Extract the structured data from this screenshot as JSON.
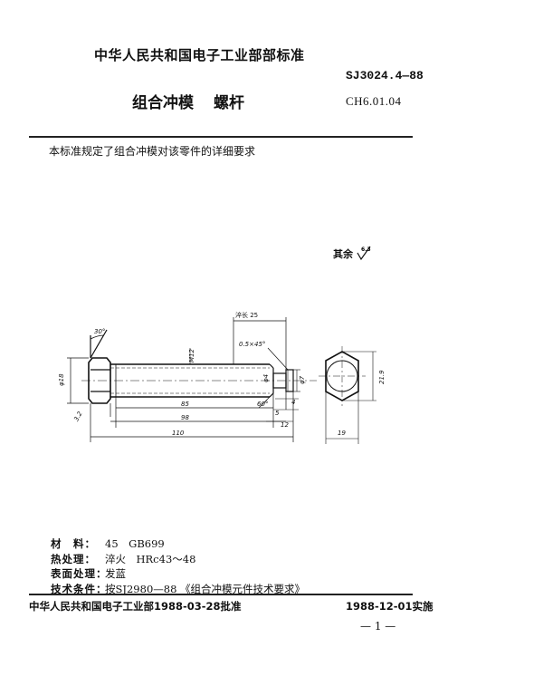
{
  "header": {
    "organization": "中华人民共和国电子工业部部标准",
    "standard_code": "SJ3024.4—88",
    "part_code": "CH6.01.04",
    "title_main": "组合冲模",
    "title_part": "螺杆"
  },
  "intro": "本标准规定了组合冲模对该零件的详细要求",
  "surface_roughness": {
    "label": "其余",
    "value": "6.3"
  },
  "drawing": {
    "head_angle": "30°",
    "head_diameter": "φ18",
    "thread": "M12",
    "thread_length_label": "淬长 25",
    "chamfer": "0.5×45°",
    "neck_diameter": "φ4",
    "tip_diameter": "φ7",
    "cone_angle": "60°",
    "dims": {
      "d85": "85",
      "d98": "98",
      "d110": "110",
      "d4": "4",
      "d5": "5",
      "d12": "12",
      "across_corners": "21.9",
      "across_flats": "19"
    },
    "roughness_side": "3.2"
  },
  "specs": [
    {
      "label": "材　料：",
      "value": "45　GB699"
    },
    {
      "label": "热处理：",
      "value": "淬火　HRc43～48"
    },
    {
      "label": "表面处理：",
      "value": "发蓝"
    },
    {
      "label": "技术条件：",
      "value": "按SJ2980—88 《组合冲模元件技术要求》"
    }
  ],
  "footer": {
    "approved": "中华人民共和国电子工业部1988-03-28批准",
    "effective": "1988-12-01实施",
    "page": "— 1 —"
  }
}
